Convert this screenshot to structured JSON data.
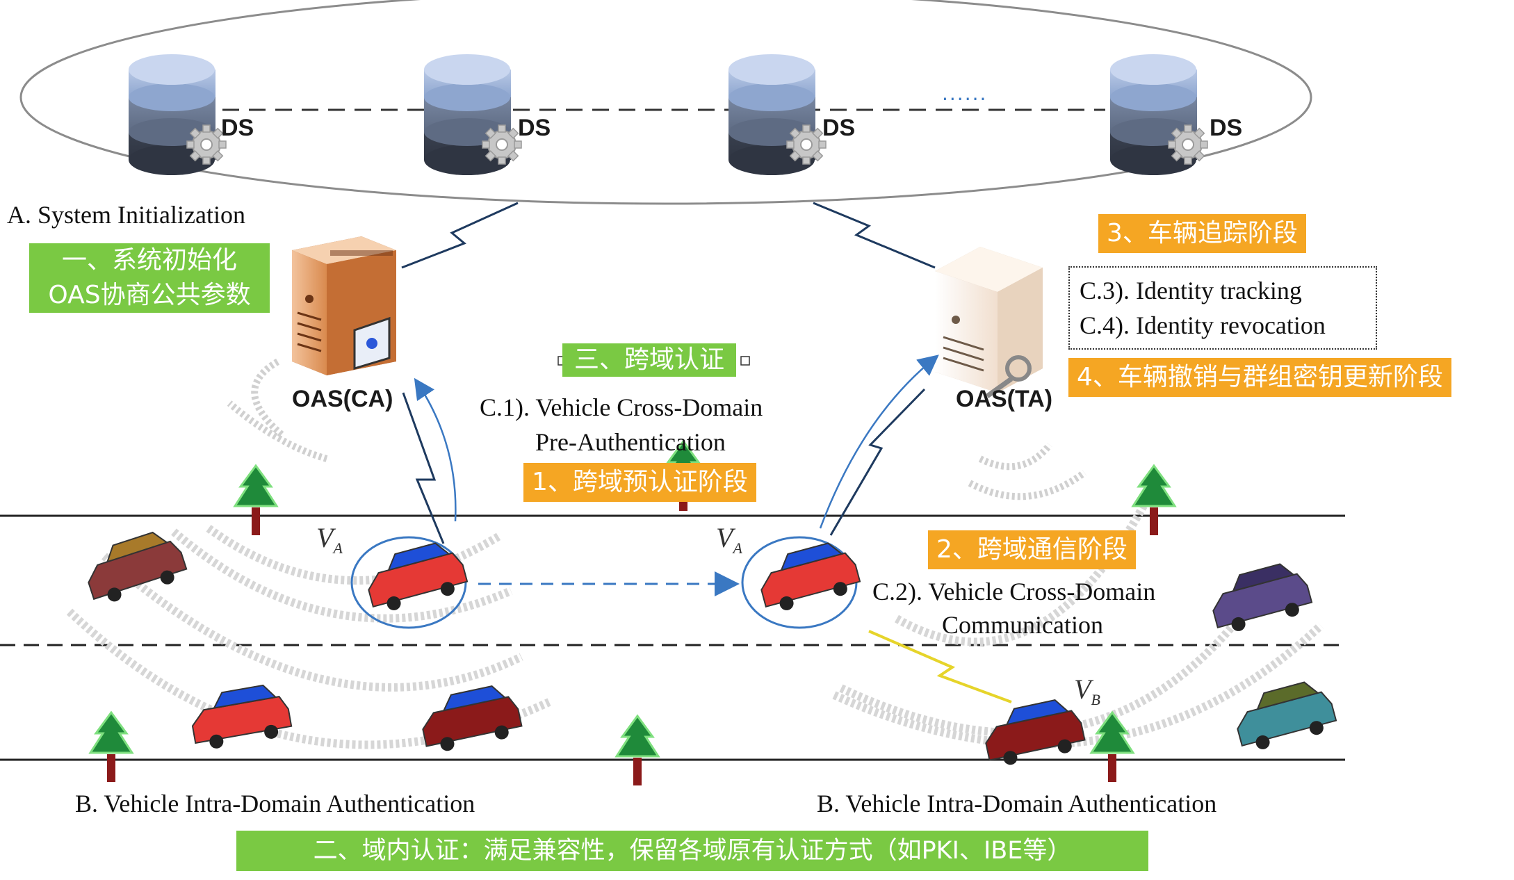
{
  "ds_nodes": [
    "DS",
    "DS",
    "DS",
    "DS"
  ],
  "ellipsis": "......",
  "oas_ca": "OAS(CA)",
  "oas_ta": "OAS(TA)",
  "system_init": "A. System Initialization",
  "green_init_line1": "一、系统初始化",
  "green_init_line2": "OAS协商公共参数",
  "green_cross_domain": "三、跨域认证",
  "cross_pre_auth_line1": "C.1). Vehicle Cross-Domain",
  "cross_pre_auth_line2": "Pre-Authentication",
  "orange_stage1": "1、跨域预认证阶段",
  "orange_stage2": "2、跨域通信阶段",
  "orange_stage3": "3、车辆追踪阶段",
  "orange_stage4": "4、车辆撤销与群组密钥更新阶段",
  "identity_tracking": "C.3). Identity tracking",
  "identity_revocation": "C.4). Identity revocation",
  "cross_comm_line1": "C.2). Vehicle Cross-Domain",
  "cross_comm_line2": "Communication",
  "var_va": "V",
  "var_va_sub": "A",
  "var_vb": "V",
  "var_vb_sub": "B",
  "intra_left": "B. Vehicle Intra-Domain Authentication",
  "intra_right": "B. Vehicle Intra-Domain Authentication",
  "green_intra": "二、域内认证：满足兼容性，保留各域原有认证方式（如PKI、IBE等）",
  "colors": {
    "green": "#7ac943",
    "orange": "#f5a623",
    "arrow_blue": "#3a78c2",
    "car_red": "#e53935",
    "car_blue": "#1e4fd8"
  }
}
